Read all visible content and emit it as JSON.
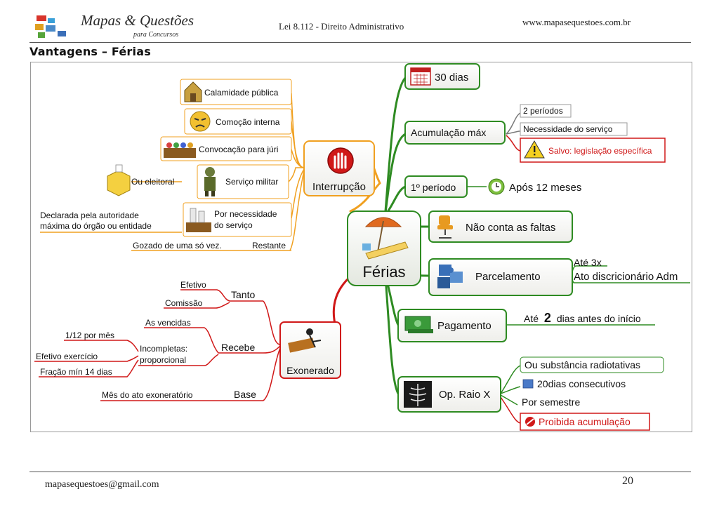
{
  "header": {
    "brand_title": "Mapas & Questões",
    "brand_subtitle": "para Concursos",
    "center_text": "Lei 8.112 - Direito Administrativo",
    "url": "www.mapasequestoes.com.br"
  },
  "section_title": "Vantagens – Férias",
  "mindmap": {
    "center": "Férias",
    "interrupcao": {
      "label": "Interrupção",
      "items": {
        "calamidade": "Calamidade pública",
        "comocao": "Comoção interna",
        "convocacao": "Convocação para júri",
        "servico_militar": "Serviço militar",
        "ou_eleitoral": "Ou eleitoral",
        "necessidade_1": "Por necessidade",
        "necessidade_2": "do serviço",
        "declarada_1": "Declarada pela autoridade",
        "declarada_2": "máxima do órgão ou entidade",
        "gozado": "Gozado de uma só vez.",
        "restante": "Restante"
      }
    },
    "exonerado": {
      "label": "Exonerado",
      "tanto": "Tanto",
      "efetivo": "Efetivo",
      "comissao": "Comissão",
      "recebe": "Recebe",
      "as_vencidas": "As vencidas",
      "incompletas_1": "Incompletas:",
      "incompletas_2": "proporcional",
      "um_doze": "1/12 por mês",
      "efetivo_exercicio": "Efetivo exercício",
      "fracao": "Fração mín 14 dias",
      "base": "Base",
      "mes_ato": "Mês do ato exoneratório"
    },
    "right": {
      "trinta_dias": "30 dias",
      "acumulacao": "Acumulação máx",
      "dois_periodos": "2 períodos",
      "necessidade_servico": "Necessidade do serviço",
      "salvo": "Salvo: legislação específica",
      "primeiro_periodo": "1º período",
      "apos_12": "Após 12 meses",
      "nao_conta": "Não conta as faltas",
      "parcelamento": "Parcelamento",
      "ate_3x": "Até 3x",
      "ato_disc": "Ato discricionário Adm",
      "pagamento": "Pagamento",
      "ate_prefix": "Até",
      "ate_num": "2",
      "ate_suffix": "dias antes do início",
      "raio_x": "Op. Raio X",
      "substancia": "Ou substância radiotativas",
      "vinte_dias": "20dias consecutivos",
      "por_semestre": "Por semestre",
      "proibida": "Proibida acumulação"
    }
  },
  "footer": {
    "email": "mapasequestoes@gmail.com",
    "page": "20"
  },
  "colors": {
    "green": "#2e8b22",
    "orange": "#f0a020",
    "red": "#d01818",
    "gray": "#7a7a7a",
    "box_fill": "#f6f6f2"
  }
}
